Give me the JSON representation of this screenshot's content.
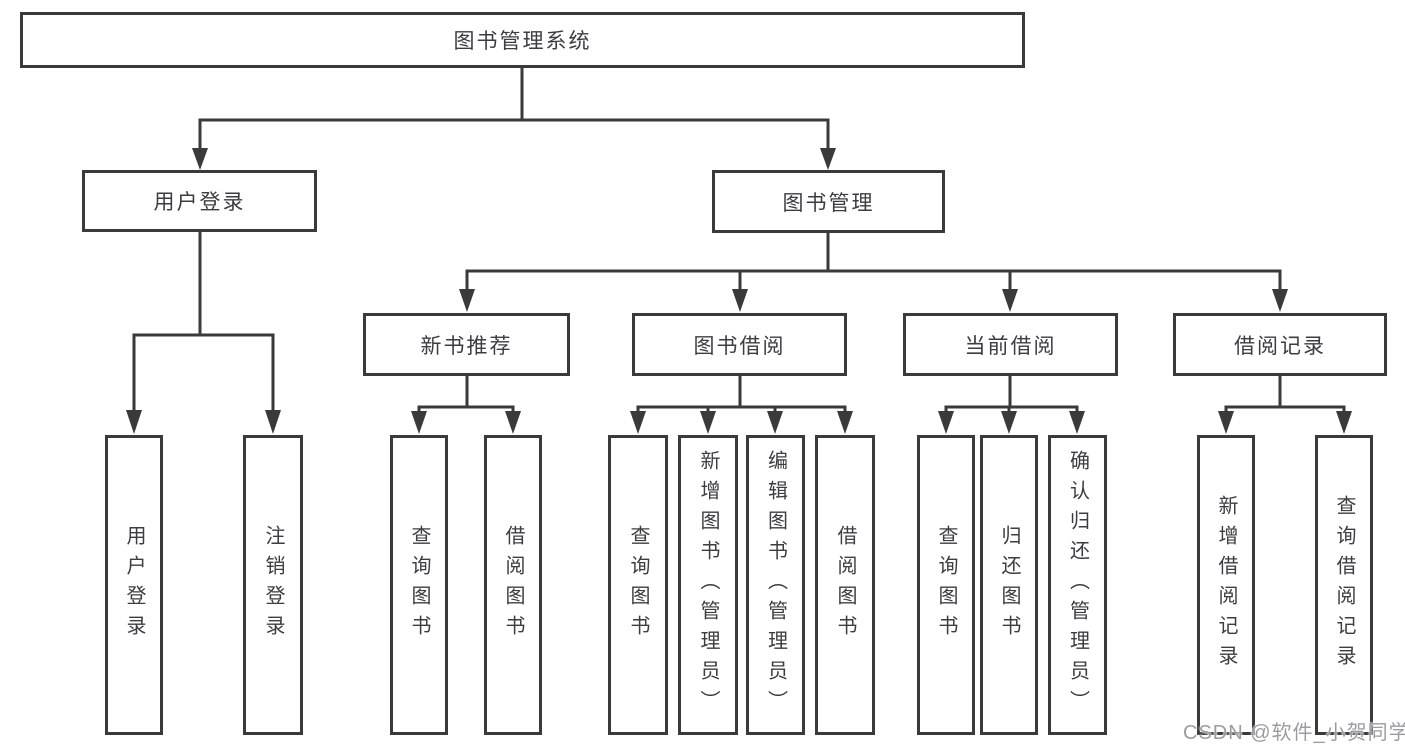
{
  "tree": {
    "root": {
      "label": "图书管理系统"
    },
    "branches": [
      {
        "label": "用户登录",
        "children": [
          {
            "label": "用户登录"
          },
          {
            "label": "注销登录"
          }
        ]
      },
      {
        "label": "图书管理",
        "groups": [
          {
            "label": "新书推荐",
            "children": [
              {
                "label": "查询图书"
              },
              {
                "label": "借阅图书"
              }
            ]
          },
          {
            "label": "图书借阅",
            "children": [
              {
                "label": "查询图书"
              },
              {
                "label": "新增图书（管理员）"
              },
              {
                "label": "编辑图书（管理员）"
              },
              {
                "label": "借阅图书"
              }
            ]
          },
          {
            "label": "当前借阅",
            "children": [
              {
                "label": "查询图书"
              },
              {
                "label": "归还图书"
              },
              {
                "label": "确认归还（管理员）"
              }
            ]
          },
          {
            "label": "借阅记录",
            "children": [
              {
                "label": "新增借阅记录"
              },
              {
                "label": "查询借阅记录"
              }
            ]
          }
        ]
      }
    ]
  },
  "watermark": {
    "text": "CSDN @软件_小贺同学"
  },
  "colors": {
    "line": "#3a3a3a",
    "node_text": "#3c3c43",
    "background": "#ffffff",
    "watermark_text": "#9b9ba3"
  }
}
